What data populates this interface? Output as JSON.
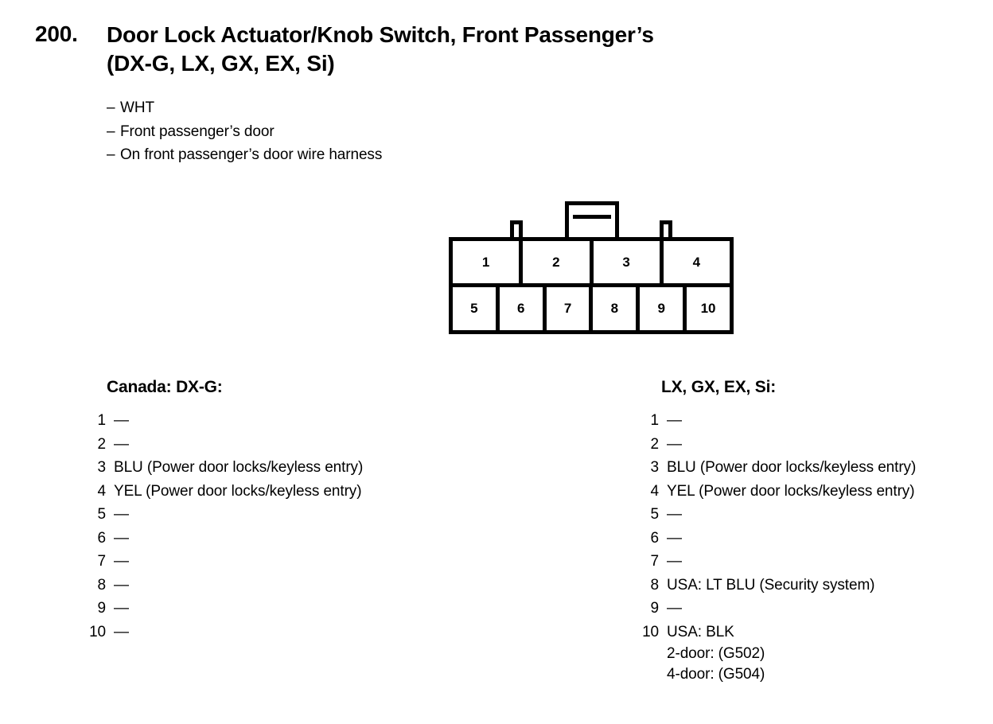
{
  "document": {
    "title": {
      "number": "200.",
      "line1": "Door Lock Actuator/Knob Switch, Front Passenger’s",
      "line2": "(DX-G, LX, GX, EX, Si)"
    },
    "spec_list": {
      "dash": "–",
      "items": [
        "WHT",
        "Front passenger’s door",
        "On front passenger’s door wire harness"
      ]
    },
    "connector": {
      "top_row": [
        "1",
        "2",
        "3",
        "4"
      ],
      "bottom_row": [
        "5",
        "6",
        "7",
        "8",
        "9",
        "10"
      ]
    },
    "columns": [
      {
        "heading": "Canada: DX-G:",
        "rows": [
          {
            "num": "1",
            "desc": "—"
          },
          {
            "num": "2",
            "desc": "—"
          },
          {
            "num": "3",
            "desc": "BLU (Power door locks/keyless entry)"
          },
          {
            "num": "4",
            "desc": "YEL (Power door locks/keyless entry)"
          },
          {
            "num": "5",
            "desc": "—"
          },
          {
            "num": "6",
            "desc": "—"
          },
          {
            "num": "7",
            "desc": "—"
          },
          {
            "num": "8",
            "desc": "—"
          },
          {
            "num": "9",
            "desc": "—"
          },
          {
            "num": "10",
            "desc": "—"
          }
        ]
      },
      {
        "heading": "LX, GX, EX, Si:",
        "rows": [
          {
            "num": "1",
            "desc": "—"
          },
          {
            "num": "2",
            "desc": "—"
          },
          {
            "num": "3",
            "desc": "BLU (Power door locks/keyless entry)"
          },
          {
            "num": "4",
            "desc": "YEL (Power door locks/keyless entry)"
          },
          {
            "num": "5",
            "desc": "—"
          },
          {
            "num": "6",
            "desc": "—"
          },
          {
            "num": "7",
            "desc": "—"
          },
          {
            "num": "8",
            "desc": "USA: LT BLU (Security system)"
          },
          {
            "num": "9",
            "desc": "—"
          },
          {
            "num": "10",
            "desc": "USA: BLK",
            "sublines": [
              "2-door: (G502)",
              "4-door: (G504)"
            ]
          }
        ]
      }
    ]
  }
}
